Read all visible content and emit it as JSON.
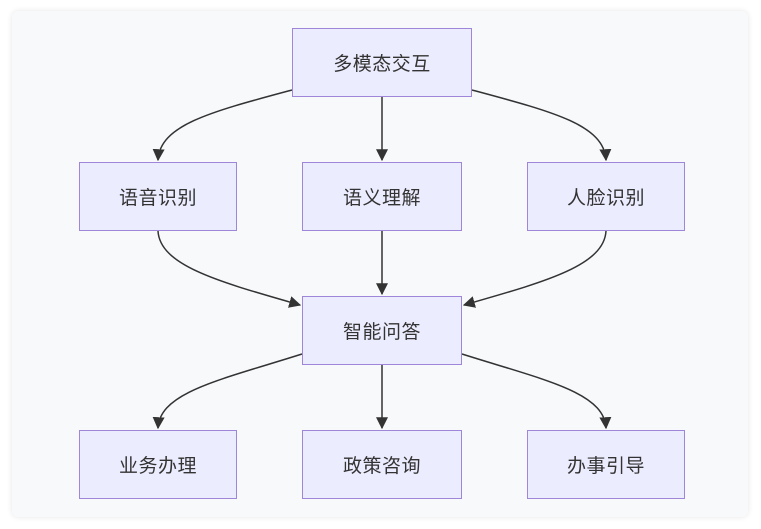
{
  "colors": {
    "node_fill": "#ececff",
    "node_border": "#9f86d9",
    "edge": "#333333",
    "background": "#f8f9fb"
  },
  "nodes": {
    "top": "多模态交互",
    "speech": "语音识别",
    "semantic": "语义理解",
    "face": "人脸识别",
    "qa": "智能问答",
    "business": "业务办理",
    "policy": "政策咨询",
    "guide": "办事引导"
  },
  "edges": [
    {
      "from": "top",
      "to": "speech"
    },
    {
      "from": "top",
      "to": "semantic"
    },
    {
      "from": "top",
      "to": "face"
    },
    {
      "from": "speech",
      "to": "qa"
    },
    {
      "from": "semantic",
      "to": "qa"
    },
    {
      "from": "face",
      "to": "qa"
    },
    {
      "from": "qa",
      "to": "business"
    },
    {
      "from": "qa",
      "to": "policy"
    },
    {
      "from": "qa",
      "to": "guide"
    }
  ]
}
